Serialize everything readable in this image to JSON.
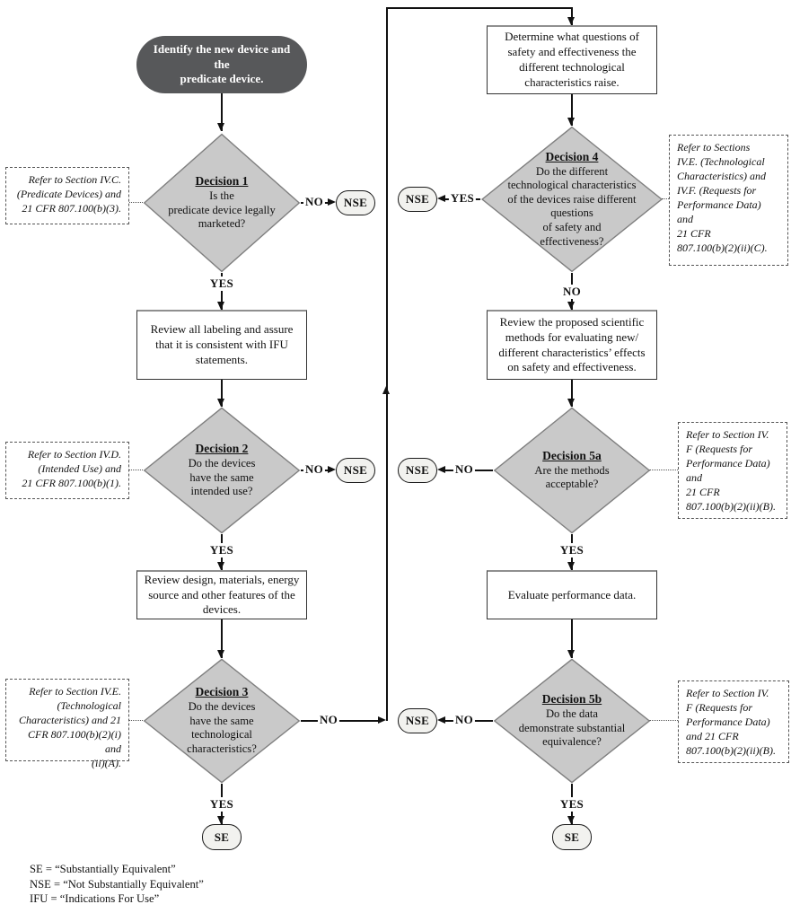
{
  "start": {
    "lines": [
      "Identify the new device and the",
      "predicate device."
    ]
  },
  "labels": {
    "yes": "YES",
    "no": "NO",
    "nse": "NSE",
    "se": "SE"
  },
  "boxes": {
    "labeling": [
      "Review all labeling and assure",
      "that it is consistent with IFU",
      "statements."
    ],
    "design": [
      "Review design, materials, energy",
      "source and other features of the",
      "devices."
    ],
    "determine": [
      "Determine what questions of",
      "safety and effectiveness the",
      "different technological",
      "characteristics raise."
    ],
    "methods": [
      "Review the proposed scientific",
      "methods for evaluating new/",
      "different characteristics’ effects",
      "on safety and effectiveness."
    ],
    "evaluate": [
      "Evaluate performance data."
    ]
  },
  "nodes": {
    "d1": {
      "title": "Decision 1",
      "body": [
        "Is the",
        "predicate device legally",
        "marketed?"
      ],
      "note": [
        "Refer to Section IV.C.",
        "(Predicate Devices) and",
        "21 CFR 807.100(b)(3)."
      ]
    },
    "d2": {
      "title": "Decision 2",
      "body": [
        "Do the devices",
        "have the same",
        "intended use?"
      ],
      "note": [
        "Refer to Section IV.D.",
        "(Intended Use) and",
        "21 CFR 807.100(b)(1)."
      ]
    },
    "d3": {
      "title": "Decision 3",
      "body": [
        "Do the devices",
        "have the same",
        "technological",
        "characteristics?"
      ],
      "note": [
        "Refer to Section IV.E.",
        "(Technological",
        "Characteristics) and 21",
        "CFR 807.100(b)(2)(i) and",
        "(ii)(A)."
      ]
    },
    "d4": {
      "title": "Decision 4",
      "body": [
        "Do the different",
        "technological characteristics",
        "of the devices raise different",
        "questions",
        "of safety and",
        "effectiveness?"
      ],
      "note": [
        "Refer to Sections",
        "IV.E. (Technological",
        "Characteristics) and",
        "IV.F. (Requests for",
        "Performance Data)",
        "and",
        "21 CFR",
        "807.100(b)(2)(ii)(C)."
      ]
    },
    "d5a": {
      "title": "Decision 5a",
      "body": [
        "Are the methods",
        "acceptable?"
      ],
      "note": [
        "Refer to Section IV.",
        "F (Requests for",
        "Performance Data)",
        "and",
        "21 CFR",
        "807.100(b)(2)(ii)(B)."
      ]
    },
    "d5b": {
      "title": "Decision 5b",
      "body": [
        "Do the data",
        "demonstrate substantial",
        "equivalence?"
      ],
      "note": [
        "Refer to Section IV.",
        "F (Requests for",
        "Performance Data)",
        "and 21 CFR",
        "807.100(b)(2)(ii)(B)."
      ]
    }
  },
  "legend": {
    "lines": [
      "SE = “Substantially Equivalent”",
      "NSE = “Not Substantially Equivalent”",
      "IFU = “Indications For Use”"
    ]
  },
  "colors": {
    "diamond_fill": "#c9c9c9",
    "diamond_stroke": "#7f7f7f",
    "start_fill": "#57585a",
    "terminal_fill": "#f2f2ef"
  }
}
